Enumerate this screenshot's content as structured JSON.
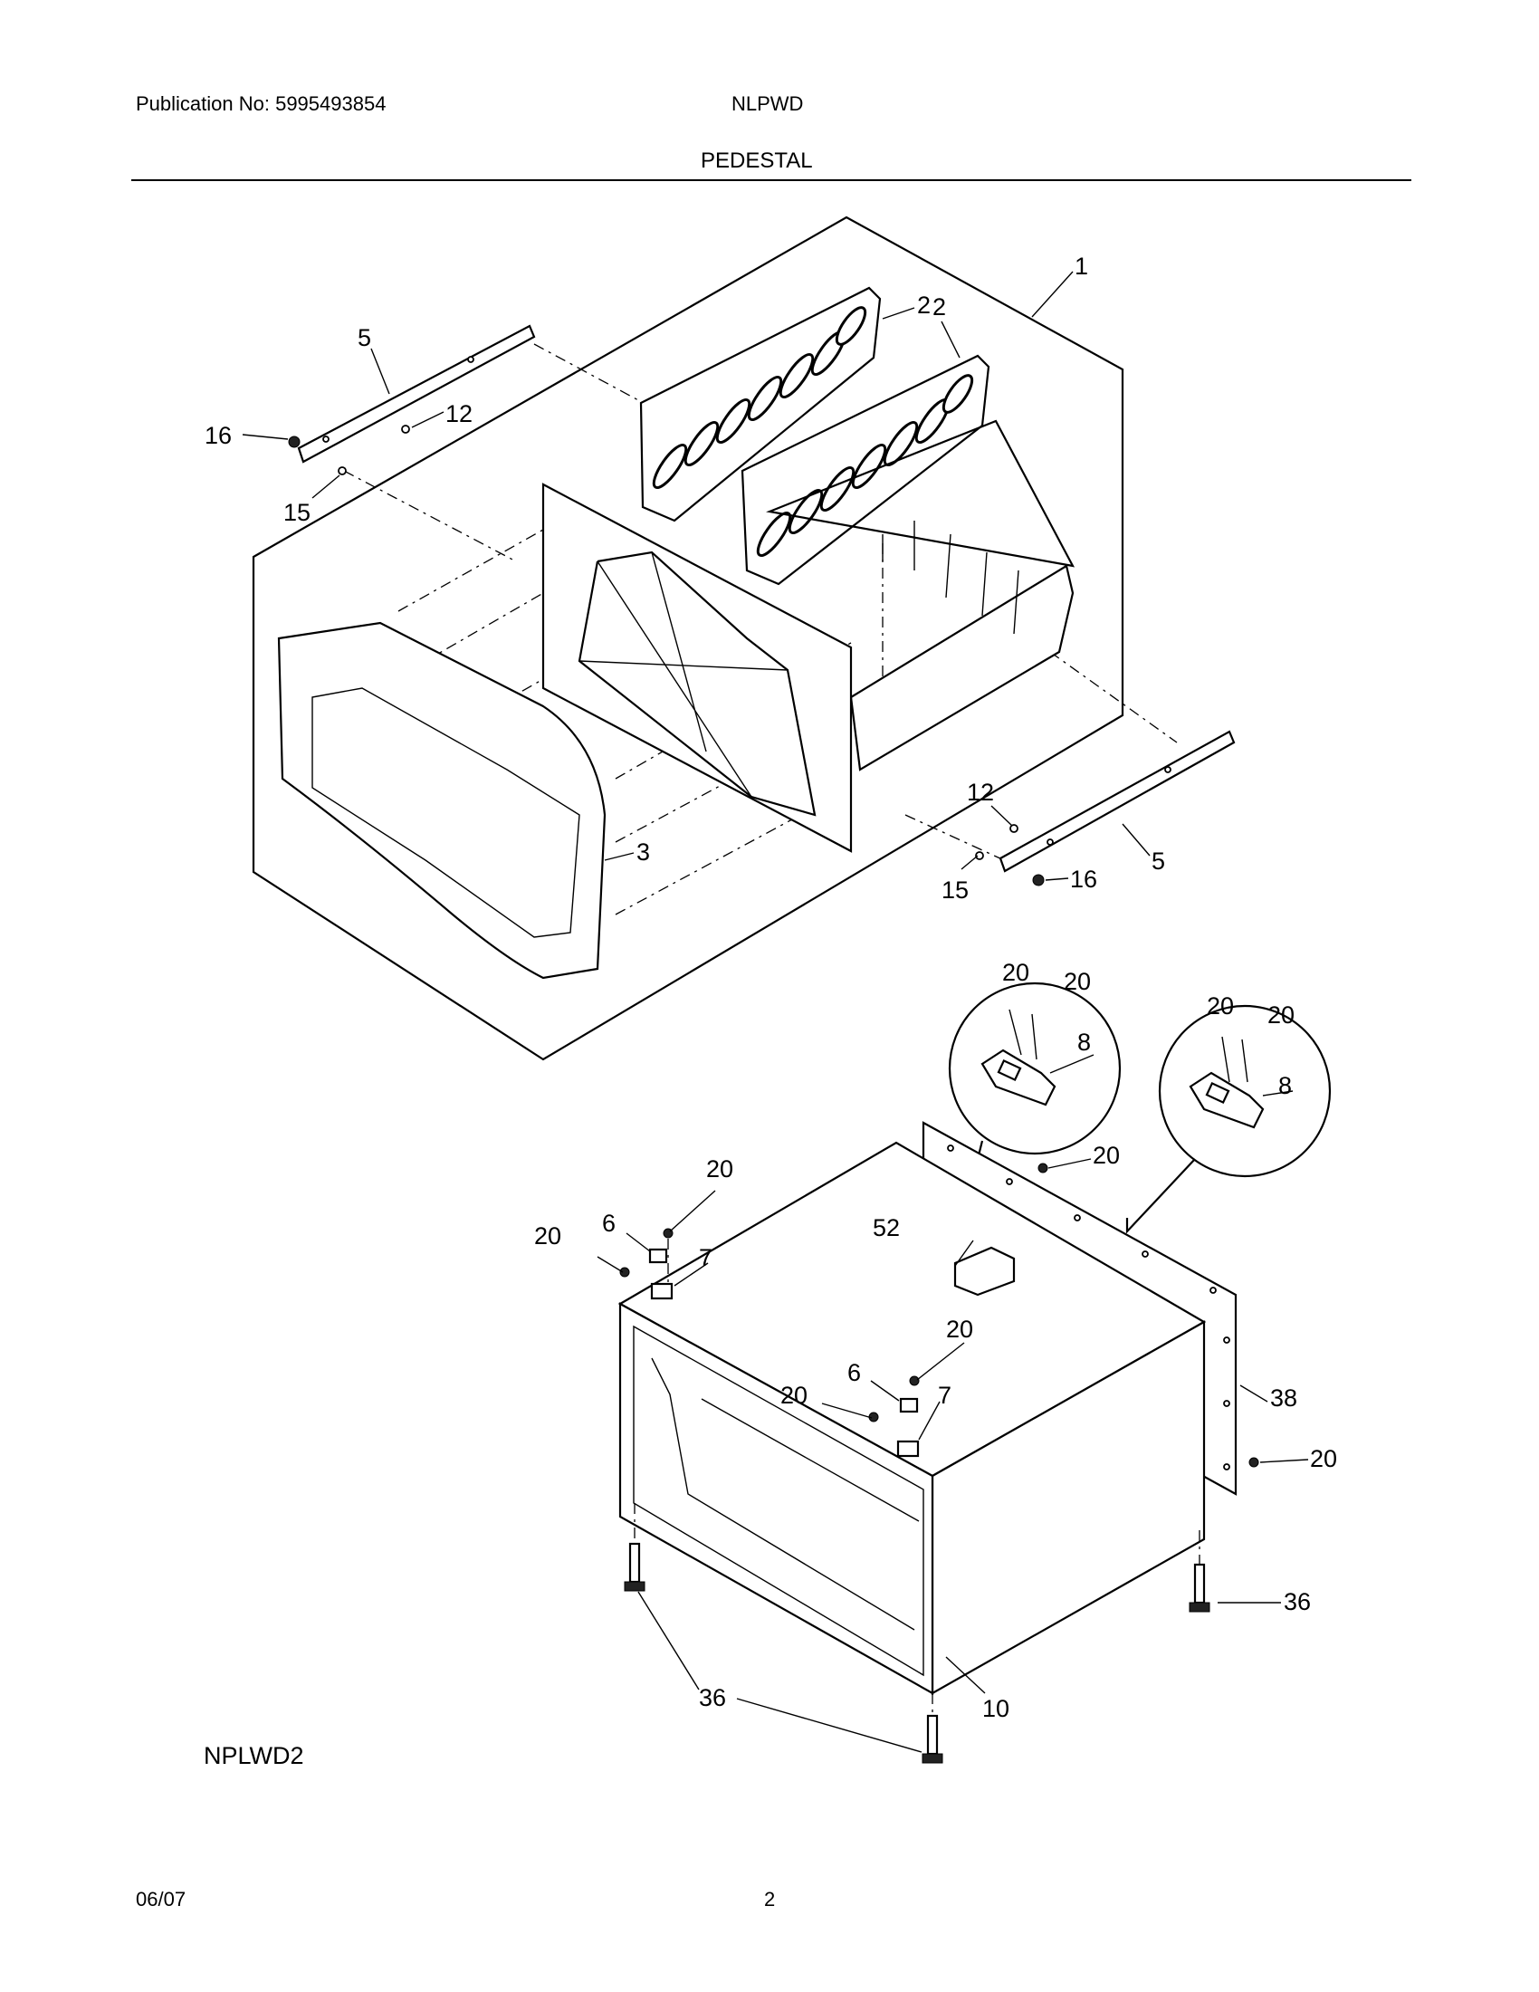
{
  "header": {
    "publication": "Publication No: 5995493854",
    "model": "NLPWD",
    "section_title": "PEDESTAL"
  },
  "diagram": {
    "code": "NPLWD2",
    "callouts": {
      "c1": "1",
      "c2a": "2",
      "c2b": "2",
      "c3": "3",
      "c5a": "5",
      "c5b": "5",
      "c12a": "12",
      "c12b": "12",
      "c15a": "15",
      "c15b": "15",
      "c16a": "16",
      "c16b": "16",
      "c20a": "20",
      "c20b": "20",
      "c20c": "20",
      "c20d": "20",
      "c20e": "20",
      "c20f": "20",
      "c20g": "20",
      "c20h": "20",
      "c20i": "20",
      "c20j": "20",
      "c6a": "6",
      "c6b": "6",
      "c7a": "7",
      "c7b": "7",
      "c8a": "8",
      "c8b": "8",
      "c52": "52",
      "c38": "38",
      "c36a": "36",
      "c36b": "36",
      "c10": "10"
    }
  },
  "footer": {
    "date": "06/07",
    "page": "2"
  }
}
